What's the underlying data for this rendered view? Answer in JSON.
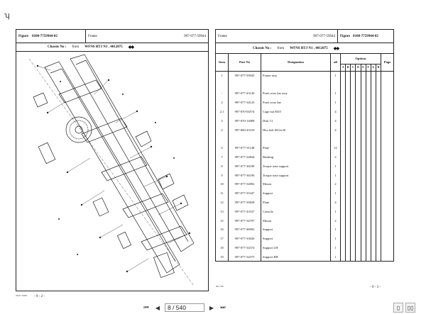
{
  "margin_mark": "ʮ",
  "left_page": {
    "figure_label": "Figure",
    "figure_number": "0100-7759944-02",
    "frame_label": "Frame",
    "frame_number": "997-077-59944",
    "chassis_label": "Chassis No :",
    "chassis_from": "from",
    "chassis_value": "WFNS RTJ N1 . 4012075",
    "arrows": "◆◆",
    "footer_code": "26.07.1999",
    "footer_page": "- 9 - 2 -"
  },
  "right_page": {
    "frame_label": "Frame",
    "frame_number": "997-077-59944",
    "figure_label": "Figure",
    "figure_number": "0100-7759944-02",
    "chassis_label": "Chassis No :",
    "chassis_from": "from",
    "chassis_value": "WFNS RTJ N1 . 4012075",
    "arrows": "◆◆",
    "headers": {
      "item": "Item",
      "part_no": "Part No",
      "designation": "Designation",
      "all": "all",
      "options": "Options",
      "option_letters": [
        "A",
        "B",
        "C",
        "D",
        "E",
        "F",
        "G",
        "H"
      ],
      "page": "Page"
    },
    "rows": [
      {
        "item": "1",
        "part": "997-077-59945",
        "desig": "Frame assy",
        "qty": "1"
      },
      {
        "item": "",
        "part": "",
        "desig": "",
        "qty": ""
      },
      {
        "item": "-",
        "part": "997-077-43120",
        "desig": "Push cross bar assy",
        "qty": "1"
      },
      {
        "item": "2",
        "part": "997-077-34125",
        "desig": "Push cross bar",
        "qty": "1"
      },
      {
        "item": "2.1",
        "part": "997-070-04574",
        "desig": "Cage nut  M10",
        "qty": "4"
      },
      {
        "item": "3",
        "part": "997-070-14008",
        "desig": "Disk  13",
        "qty": "4"
      },
      {
        "item": "4",
        "part": "997-000-43310",
        "desig": "Hex bolt  M12x30",
        "qty": "4"
      },
      {
        "item": "",
        "part": "",
        "desig": "",
        "qty": ""
      },
      {
        "item": "6",
        "part": "997-077-31148",
        "desig": "Plate",
        "qty": "12"
      },
      {
        "item": "7",
        "part": "997-077-24844",
        "desig": "Bushing",
        "qty": "2"
      },
      {
        "item": "8",
        "part": "997-077-36189",
        "desig": "Torque strut support",
        "qty": "1"
      },
      {
        "item": "9",
        "part": "997-077-36190",
        "desig": "Torque strut support",
        "qty": "1"
      },
      {
        "item": "10",
        "part": "997-077-34092",
        "desig": "Mount",
        "qty": "2"
      },
      {
        "item": "11",
        "part": "997-077-35347",
        "desig": "Support",
        "qty": "1"
      },
      {
        "item": "12",
        "part": "997-077-39658",
        "desig": "Plate",
        "qty": "4"
      },
      {
        "item": "13",
        "part": "997-077-43337",
        "desig": "Console",
        "qty": "1"
      },
      {
        "item": "15",
        "part": "997-077-34797",
        "desig": "Mount",
        "qty": "2"
      },
      {
        "item": "16",
        "part": "997-077-48092",
        "desig": "Support",
        "qty": "1"
      },
      {
        "item": "17",
        "part": "997-077-33026",
        "desig": "Support",
        "qty": "1"
      },
      {
        "item": "18",
        "part": "997-077-34374",
        "desig": "Support  LH",
        "qty": "1"
      },
      {
        "item": "19",
        "part": "997-077-34375",
        "desig": "Support  RH",
        "qty": "1"
      }
    ],
    "footer_code": "99.7.08",
    "footer_page": "- 9 - 3 -"
  },
  "viewer": {
    "page_field": "8 / 540"
  }
}
